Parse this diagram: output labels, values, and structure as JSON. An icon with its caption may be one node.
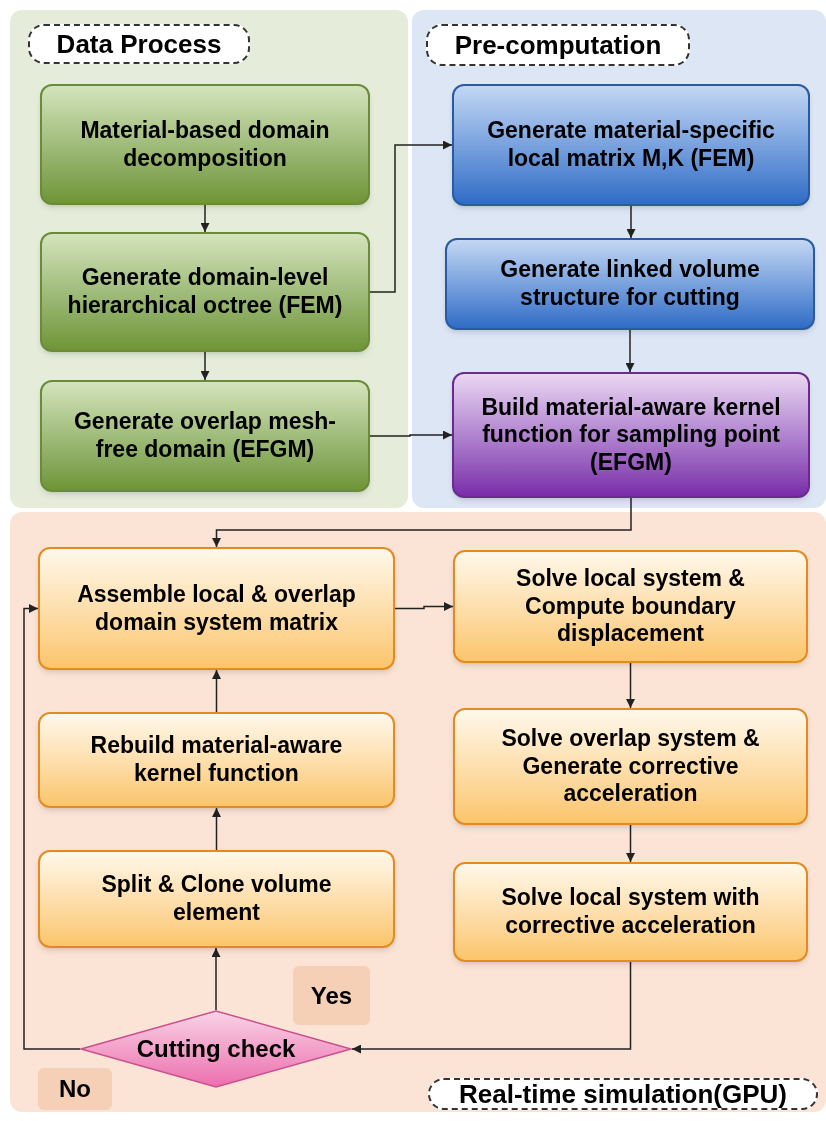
{
  "diagram": {
    "nodes": [
      {
        "text": [
          "Data Process"
        ]
      },
      {
        "text": [
          "Pre-computation"
        ]
      },
      {
        "text": [
          "Real-time simulation(GPU)"
        ]
      },
      {
        "text": [
          "Material-based domain decomposition"
        ],
        "in": 0
      },
      {
        "text": [
          "Generate domain-level hierarchical octree (FEM)"
        ],
        "in": 0
      },
      {
        "text": [
          "Generate overlap mesh-free domain (EFGM)"
        ],
        "in": 0
      },
      {
        "text": [
          "Generate material-specific local matrix M,K (FEM)"
        ],
        "in": 1
      },
      {
        "text": [
          "Generate linked volume structure for cutting"
        ],
        "in": 1
      },
      {
        "text": [
          "Build material-aware kernel function for sampling point (EFGM)"
        ],
        "in": 1
      },
      {
        "text": [
          "Assemble local & overlap domain system matrix"
        ],
        "in": 2
      },
      {
        "text": [
          "Solve local system & Compute boundary displacement"
        ],
        "in": 2
      },
      {
        "text": [
          "Rebuild material-aware kernel function"
        ],
        "in": 2
      },
      {
        "text": [
          "Solve overlap system & Generate corrective acceleration"
        ],
        "in": 2
      },
      {
        "text": [
          "Split & Clone volume element"
        ],
        "in": 2
      },
      {
        "text": [
          "Solve local system with corrective acceleration"
        ],
        "in": 2
      },
      {
        "text": [
          "Cutting check"
        ],
        "in": 2
      }
    ],
    "edges": [
      {
        "from": 3,
        "to": 4,
        "arrow": "to"
      },
      {
        "from": 4,
        "to": 6,
        "arrow": "to"
      },
      {
        "from": 4,
        "to": 5,
        "arrow": "to"
      },
      {
        "from": 5,
        "to": 8,
        "arrow": "to"
      },
      {
        "from": 6,
        "to": 7,
        "arrow": "to"
      },
      {
        "from": 7,
        "to": 8,
        "arrow": "to"
      },
      {
        "from": 8,
        "to": 9,
        "arrow": "to"
      },
      {
        "from": 9,
        "to": 10,
        "arrow": "to"
      },
      {
        "from": 11,
        "to": 9,
        "arrow": "to"
      },
      {
        "from": 13,
        "to": 11,
        "arrow": "to"
      },
      {
        "from": 15,
        "to": 13,
        "arrow": "to",
        "label": "Yes"
      },
      {
        "from": 15,
        "to": 9,
        "arrow": "to",
        "label": "No"
      },
      {
        "from": 10,
        "to": 12,
        "arrow": "to"
      },
      {
        "from": 12,
        "to": 14,
        "arrow": "to"
      },
      {
        "from": 14,
        "to": 15,
        "arrow": "to"
      }
    ]
  }
}
